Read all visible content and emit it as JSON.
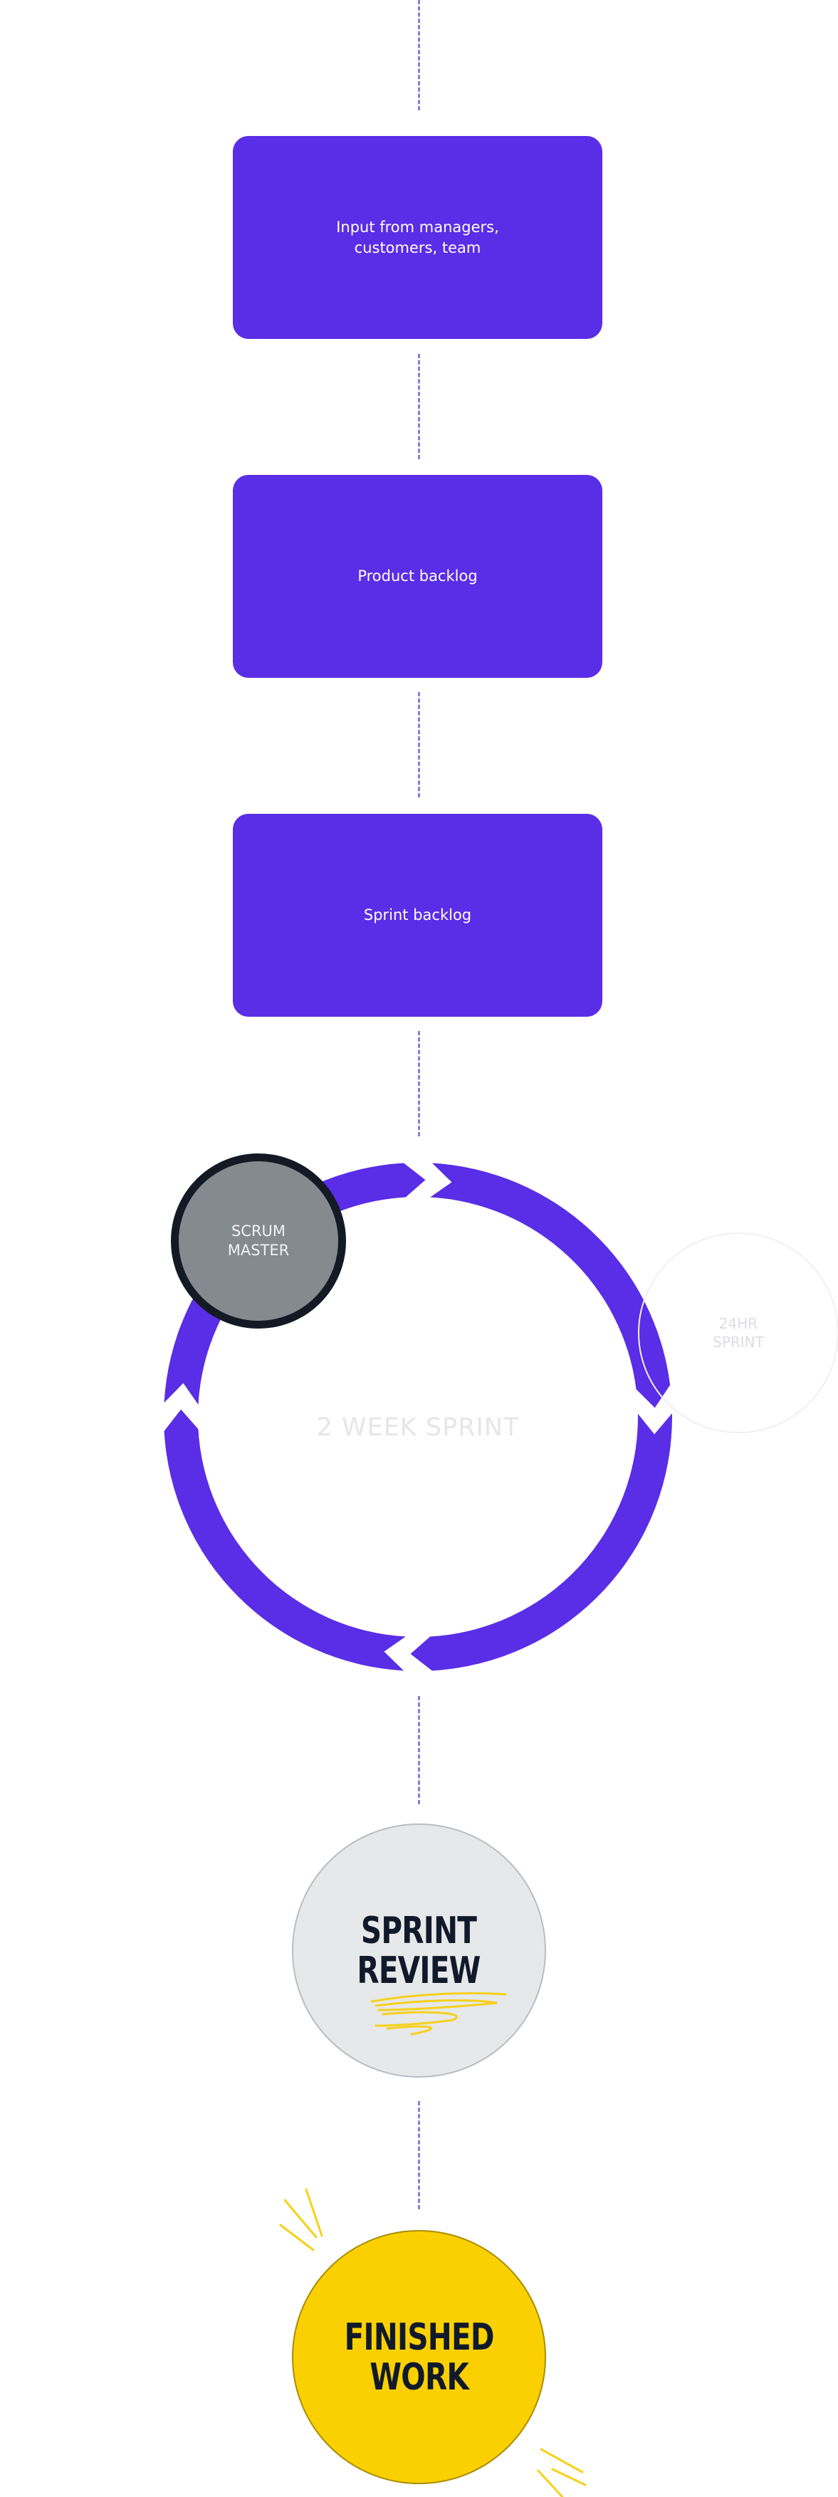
{
  "steps": [
    {
      "label": "Input from managers,\ncustomers, team"
    },
    {
      "label": "Product backlog"
    },
    {
      "label": "Sprint backlog"
    }
  ],
  "sprint": {
    "label": "2 WEEK SPRINT",
    "scrum_master": "SCRUM\nMASTER",
    "daily": "24HR\nSPRINT"
  },
  "review": {
    "label": "SPRINT\nREVIEW"
  },
  "finished": {
    "label": "FINISHED\nWORK"
  },
  "colors": {
    "accent": "#5a2de6",
    "scrum_fill": "#858a8f",
    "review_fill": "#e7e8e9",
    "finished_fill": "#fbd000",
    "scribble": "#f6d11c"
  }
}
